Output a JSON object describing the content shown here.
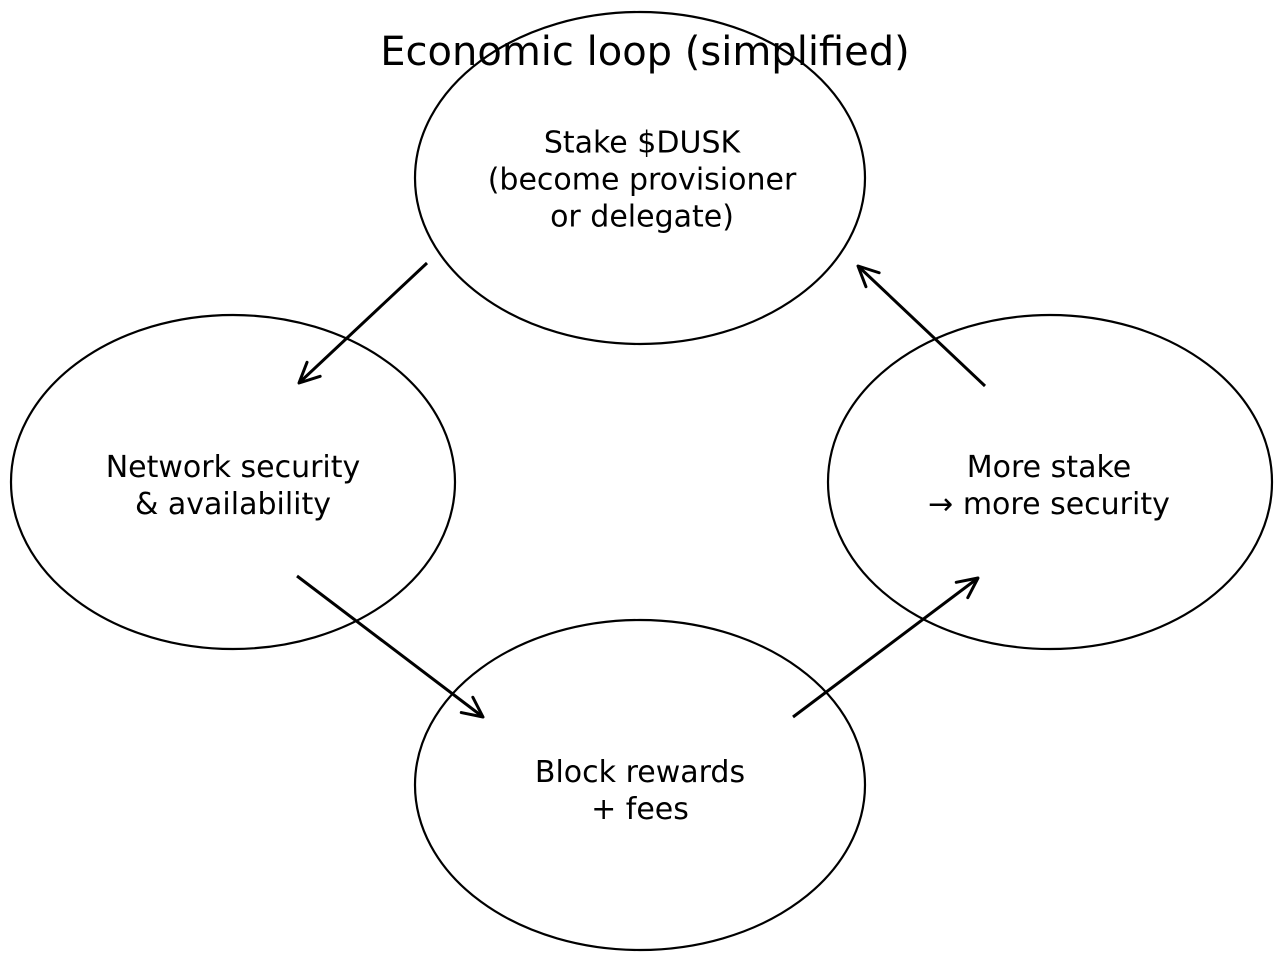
{
  "title": "Economic loop (simplified)",
  "colors": {
    "ink": "#000000",
    "background": "#ffffff"
  },
  "diagram": {
    "nodes": [
      {
        "id": "stake-dusk",
        "lines": [
          "Stake $DUSK",
          "(become provisioner",
          "or delegate)"
        ]
      },
      {
        "id": "network-security",
        "lines": [
          "Network security",
          "& availability"
        ]
      },
      {
        "id": "block-rewards",
        "lines": [
          "Block rewards",
          "+ fees"
        ]
      },
      {
        "id": "more-stake",
        "lines": [
          "More stake",
          "→ more security"
        ]
      }
    ],
    "edges": [
      {
        "from": "stake-dusk",
        "to": "network-security"
      },
      {
        "from": "network-security",
        "to": "block-rewards"
      },
      {
        "from": "block-rewards",
        "to": "more-stake"
      },
      {
        "from": "more-stake",
        "to": "stake-dusk"
      }
    ]
  }
}
